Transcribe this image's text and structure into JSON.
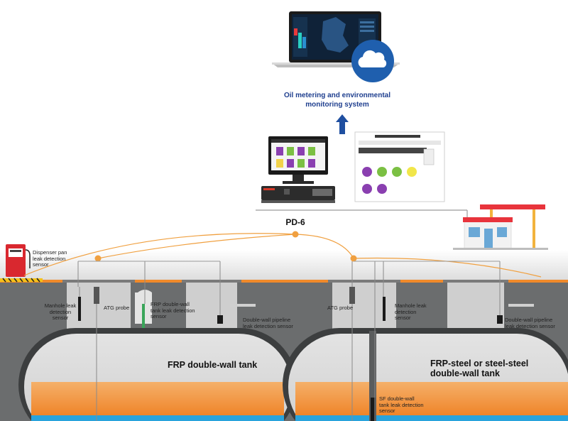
{
  "system": {
    "title_line1": "Oil metering and environmental",
    "title_line2": "monitoring system",
    "console_label": "PD-6"
  },
  "labels": {
    "dispenser": "Dispenser pan\nleak detection\nsensor",
    "manhole_left": "Manhole leak\ndetection\nsensor",
    "atg_left": "ATG probe",
    "frp_tank_sensor": "FRP double-wall\ntank leak detection\nsensor",
    "pipeline_left": "Double-wall pipeline\nleak detection sensor",
    "atg_right": "ATG probe",
    "manhole_right": "Manhole leak\ndetection\nsensor",
    "pipeline_right": "Double-wall pipeline\nleak detection sensor",
    "sf_tank_sensor": "SF double-wall\ntank leak detection\nsensor"
  },
  "tanks": {
    "left_title": "FRP double-wall tank",
    "right_title_line1": "FRP-steel or steel-steel",
    "right_title_line2": "double-wall tank"
  },
  "icons": [
    "cloud-icon",
    "laptop-icon",
    "arrow-up-icon",
    "monitor-icon",
    "console-unit-icon",
    "tablet-icon",
    "dispenser-icon",
    "gas-station-icon"
  ],
  "colors": {
    "accent_blue": "#1f5fae",
    "wire_orange": "#f0a040",
    "ground": "#6b6b6b",
    "fuel": "#f08a2a",
    "water": "#29a3dc"
  }
}
